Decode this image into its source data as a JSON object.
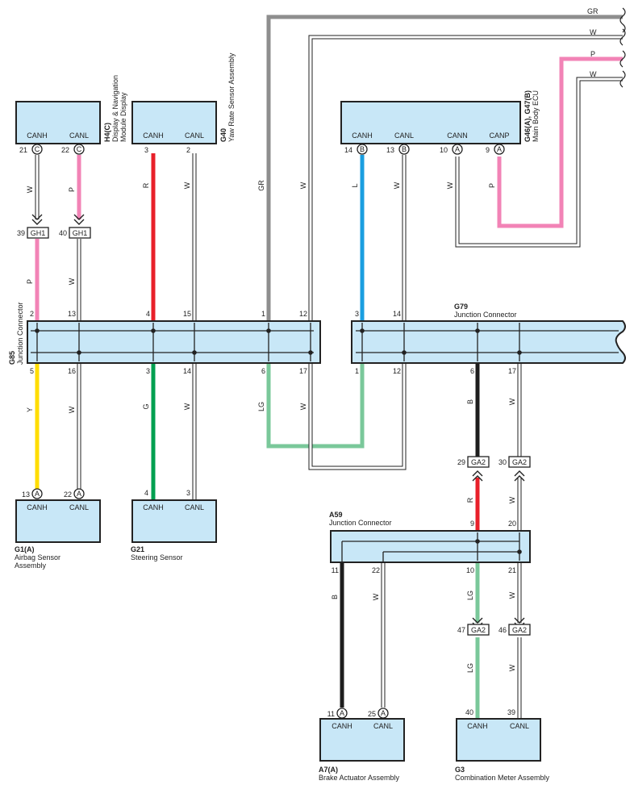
{
  "wire_colors": {
    "GR": "#8e8e8e",
    "W": "#ffffff",
    "P": "#f283b6",
    "R": "#e8202a",
    "L": "#1a9ee0",
    "Y": "#ffdd00",
    "G": "#00a050",
    "LG": "#7ac89a",
    "B": "#1e1e1e",
    "box_fill": "#c8e7f7"
  },
  "components": {
    "h4": {
      "id": "H4(C)",
      "name1": "Display & Navigation",
      "name2": "Module Display",
      "sig1": "CANH",
      "sig2": "CANL",
      "pin1": "21",
      "pin2": "22",
      "conn": "C"
    },
    "g40": {
      "id": "G40",
      "name": "Yaw Rate Sensor Assembly",
      "sig1": "CANH",
      "sig2": "CANL",
      "pin1": "3",
      "pin2": "2"
    },
    "g46": {
      "id": "G46(A), G47(B)",
      "name": "Main Body ECU",
      "sig1": "CANH",
      "sig2": "CANL",
      "sig3": "CANN",
      "sig4": "CANP",
      "pin1": "14",
      "pin2": "13",
      "pin3": "10",
      "pin4": "9",
      "conn1": "B",
      "conn2": "B",
      "conn3": "A",
      "conn4": "A"
    },
    "g85": {
      "id": "G85",
      "name": "Junction Connector",
      "top_pins": [
        "2",
        "13",
        "4",
        "15",
        "1",
        "12"
      ],
      "bottom_pins": [
        "5",
        "16",
        "3",
        "14",
        "6",
        "17"
      ]
    },
    "g79": {
      "id": "G79",
      "name": "Junction Connector",
      "top_pins": [
        "3",
        "14"
      ],
      "bottom_pins": [
        "1",
        "12",
        "6",
        "17"
      ]
    },
    "g1": {
      "id": "G1(A)",
      "name1": "Airbag Sensor",
      "name2": "Assembly",
      "sig1": "CANH",
      "sig2": "CANL",
      "pin1": "13",
      "pin2": "22",
      "conn": "A"
    },
    "g21": {
      "id": "G21",
      "name": "Steering Sensor",
      "sig1": "CANH",
      "sig2": "CANL",
      "pin1": "4",
      "pin2": "3"
    },
    "a59": {
      "id": "A59",
      "name": "Junction Connector",
      "top_pins": [
        "9",
        "20"
      ],
      "bottom_pins": [
        "11",
        "22",
        "10",
        "21"
      ]
    },
    "a7": {
      "id": "A7(A)",
      "name": "Brake Actuator Assembly",
      "sig1": "CANH",
      "sig2": "CANL",
      "pin1": "11",
      "pin2": "25",
      "conn": "A"
    },
    "g3": {
      "id": "G3",
      "name": "Combination Meter Assembly",
      "sig1": "CANH",
      "sig2": "CANL",
      "pin1": "40",
      "pin2": "39"
    }
  },
  "inline_connectors": {
    "gh1": {
      "label": "GH1",
      "pin1": "39",
      "pin2": "40"
    },
    "ga2_top": {
      "label": "GA2",
      "pin1": "29",
      "pin2": "30"
    },
    "ga2_bot": {
      "label": "GA2",
      "pin1": "47",
      "pin2": "46"
    }
  },
  "wire_labels": {
    "top_gr": "GR",
    "top_w1": "W",
    "top_p": "P",
    "top_w2": "W",
    "h4_w": "W",
    "h4_p": "P",
    "gh1_p": "P",
    "gh1_w": "W",
    "g40_r": "R",
    "g40_w": "W",
    "gr_v": "GR",
    "w_v": "W",
    "g46_l": "L",
    "g46_w1": "W",
    "g46_w2": "W",
    "g46_p": "P",
    "g1_y": "Y",
    "g1_w": "W",
    "g21_g": "G",
    "g21_w": "W",
    "lg": "LG",
    "w_loop": "W",
    "g79_b": "B",
    "g79_w": "W",
    "ga2_r": "R",
    "ga2_w": "W",
    "a7_b": "B",
    "a7_w": "W",
    "a59_lg": "LG",
    "a59_w": "W",
    "g3_lg": "LG",
    "g3_w": "W"
  }
}
